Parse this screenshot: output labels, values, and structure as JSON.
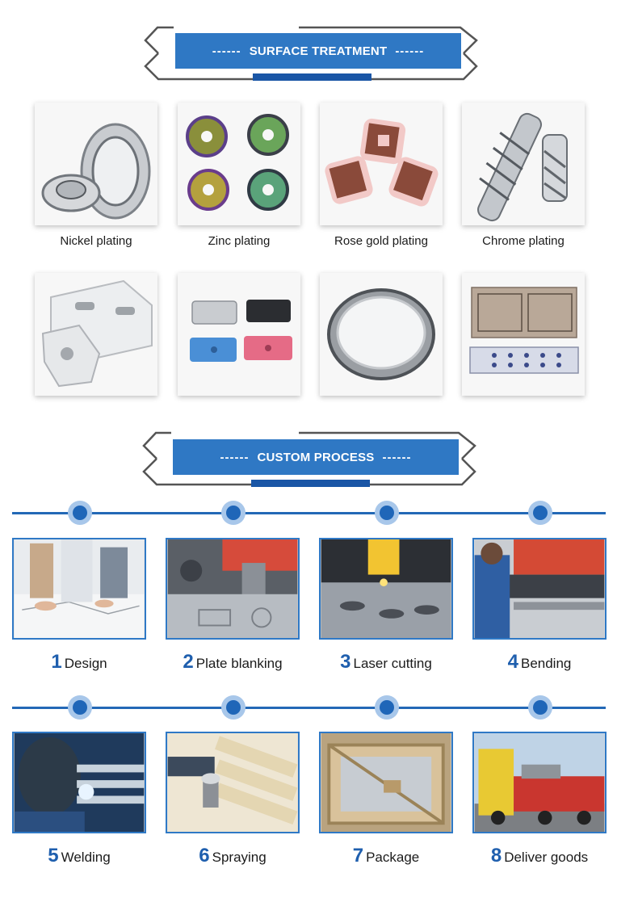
{
  "surface": {
    "title": "SURFACE TREATMENT",
    "dash_left": "------",
    "dash_right": "------",
    "items": [
      {
        "label": "Nickel plating",
        "image": "nickel-plated-parts"
      },
      {
        "label": "Zinc plating",
        "image": "zinc-plated-washers"
      },
      {
        "label": "Rose gold plating",
        "image": "rose-gold-plated-parts"
      },
      {
        "label": "Chrome plating",
        "image": "chrome-plated-rods"
      },
      {
        "label": "",
        "image": "white-powder-coated-brackets"
      },
      {
        "label": "",
        "image": "anodized-colored-parts"
      },
      {
        "label": "",
        "image": "polished-metal-ring"
      },
      {
        "label": "",
        "image": "engraved-metal-plates"
      }
    ]
  },
  "process": {
    "title": "CUSTOM PROCESS",
    "dash_left": "------",
    "dash_right": "------",
    "steps": [
      {
        "num": "1",
        "label": "Design",
        "image": "engineers-reviewing-drawings"
      },
      {
        "num": "2",
        "label": "Plate blanking",
        "image": "punching-machine"
      },
      {
        "num": "3",
        "label": "Laser cutting",
        "image": "laser-cutting-machine"
      },
      {
        "num": "4",
        "label": "Bending",
        "image": "press-brake-operator"
      },
      {
        "num": "5",
        "label": "Welding",
        "image": "welder-at-work"
      },
      {
        "num": "6",
        "label": "Spraying",
        "image": "spray-painting-parts"
      },
      {
        "num": "7",
        "label": "Package",
        "image": "wooden-crate-package"
      },
      {
        "num": "8",
        "label": "Deliver goods",
        "image": "delivery-truck"
      }
    ]
  },
  "colors": {
    "accent": "#2f78c4",
    "accent_dark": "#1a56a6",
    "line": "#2368b6"
  }
}
